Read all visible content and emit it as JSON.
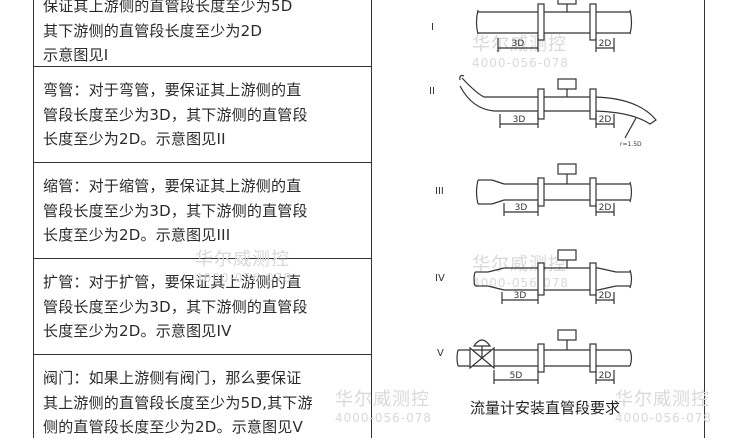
{
  "rules": [
    {
      "text": "保证其上游侧的直管段长度至少为5D\n其下游侧的直管段长度至少为2D\n示意图见I"
    },
    {
      "text": "弯管：对于弯管，要保证其上游侧的直\n管段长度至少为3D，其下游侧的直管段\n长度至少为2D。示意图见II"
    },
    {
      "text": "缩管：对于缩管，要保证其上游侧的直\n管段长度至少为3D，其下游侧的直管段\n长度至少为2D。示意图见III"
    },
    {
      "text": "扩管：对于扩管，要保证其上游侧的直\n管段长度至少为3D，其下游侧的直管段\n长度至少为2D。示意图见IV"
    },
    {
      "text": "阀门：如果上游侧有阀门，那么要保证\n其上游侧的直管段长度至少为5D,其下游\n侧的直管段长度至少为2D。示意图见V"
    }
  ],
  "diagram": {
    "numerals": [
      "I",
      "II",
      "III",
      "IV",
      "V"
    ],
    "labels": {
      "up_3d": "3D",
      "down_2d": "2D",
      "up_5d": "5D",
      "bend_radius": "r=1.5D"
    },
    "caption": "流量计安装直管段要求"
  },
  "watermark": {
    "brand": "华尔威测控",
    "phone": "4000-056-078"
  }
}
